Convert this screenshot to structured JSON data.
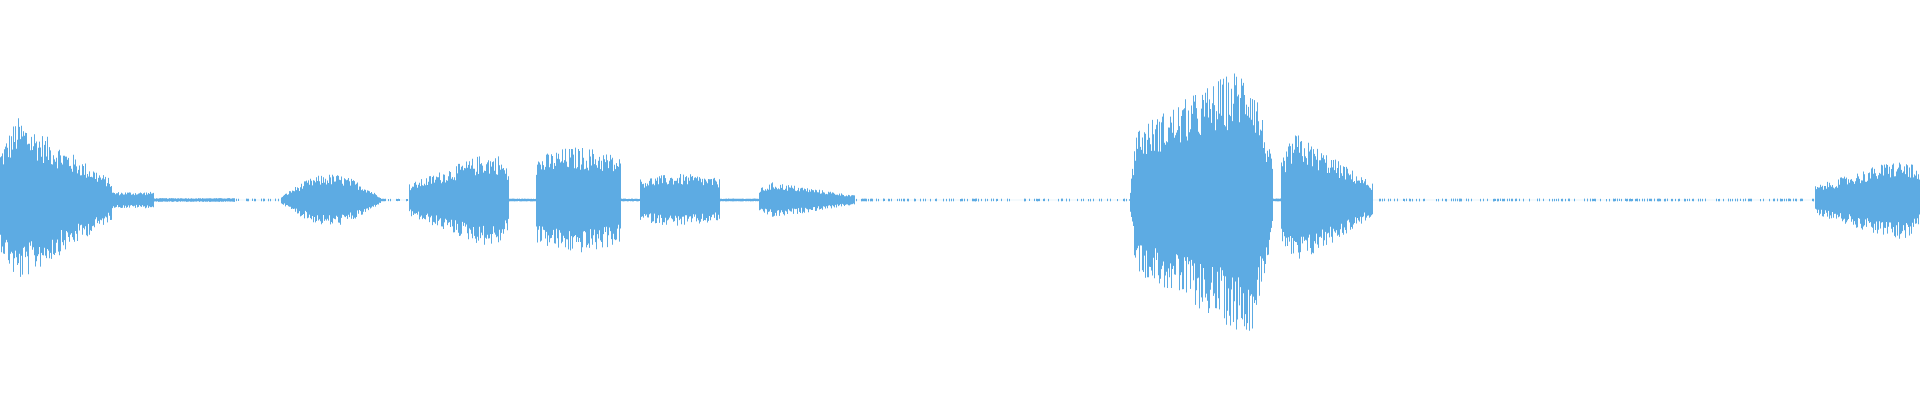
{
  "waveform": {
    "color": "#5dabe3",
    "background": "#ffffff",
    "segments": [
      {
        "start": 0.0,
        "end": 0.058,
        "amplitude": 0.52,
        "shape": "decay"
      },
      {
        "start": 0.058,
        "end": 0.08,
        "amplitude": 0.08,
        "shape": "noise"
      },
      {
        "start": 0.08,
        "end": 0.122,
        "amplitude": 0.015,
        "shape": "noise"
      },
      {
        "start": 0.122,
        "end": 0.146,
        "amplitude": 0.006,
        "shape": "sparse"
      },
      {
        "start": 0.146,
        "end": 0.198,
        "amplitude": 0.16,
        "shape": "bell"
      },
      {
        "start": 0.198,
        "end": 0.213,
        "amplitude": 0.005,
        "shape": "sparse"
      },
      {
        "start": 0.213,
        "end": 0.265,
        "amplitude": 0.28,
        "shape": "rise"
      },
      {
        "start": 0.265,
        "end": 0.279,
        "amplitude": 0.01,
        "shape": "noise"
      },
      {
        "start": 0.279,
        "end": 0.323,
        "amplitude": 0.33,
        "shape": "flat"
      },
      {
        "start": 0.323,
        "end": 0.333,
        "amplitude": 0.01,
        "shape": "noise"
      },
      {
        "start": 0.333,
        "end": 0.375,
        "amplitude": 0.16,
        "shape": "flat"
      },
      {
        "start": 0.375,
        "end": 0.395,
        "amplitude": 0.01,
        "shape": "noise"
      },
      {
        "start": 0.395,
        "end": 0.445,
        "amplitude": 0.11,
        "shape": "decay"
      },
      {
        "start": 0.445,
        "end": 0.588,
        "amplitude": 0.006,
        "shape": "sparse"
      },
      {
        "start": 0.588,
        "end": 0.663,
        "amplitude": 0.82,
        "shape": "burst"
      },
      {
        "start": 0.663,
        "end": 0.667,
        "amplitude": 0.01,
        "shape": "noise"
      },
      {
        "start": 0.667,
        "end": 0.715,
        "amplitude": 0.42,
        "shape": "decay"
      },
      {
        "start": 0.715,
        "end": 0.945,
        "amplitude": 0.006,
        "shape": "sparse"
      },
      {
        "start": 0.945,
        "end": 1.0,
        "amplitude": 0.24,
        "shape": "rise"
      }
    ]
  }
}
